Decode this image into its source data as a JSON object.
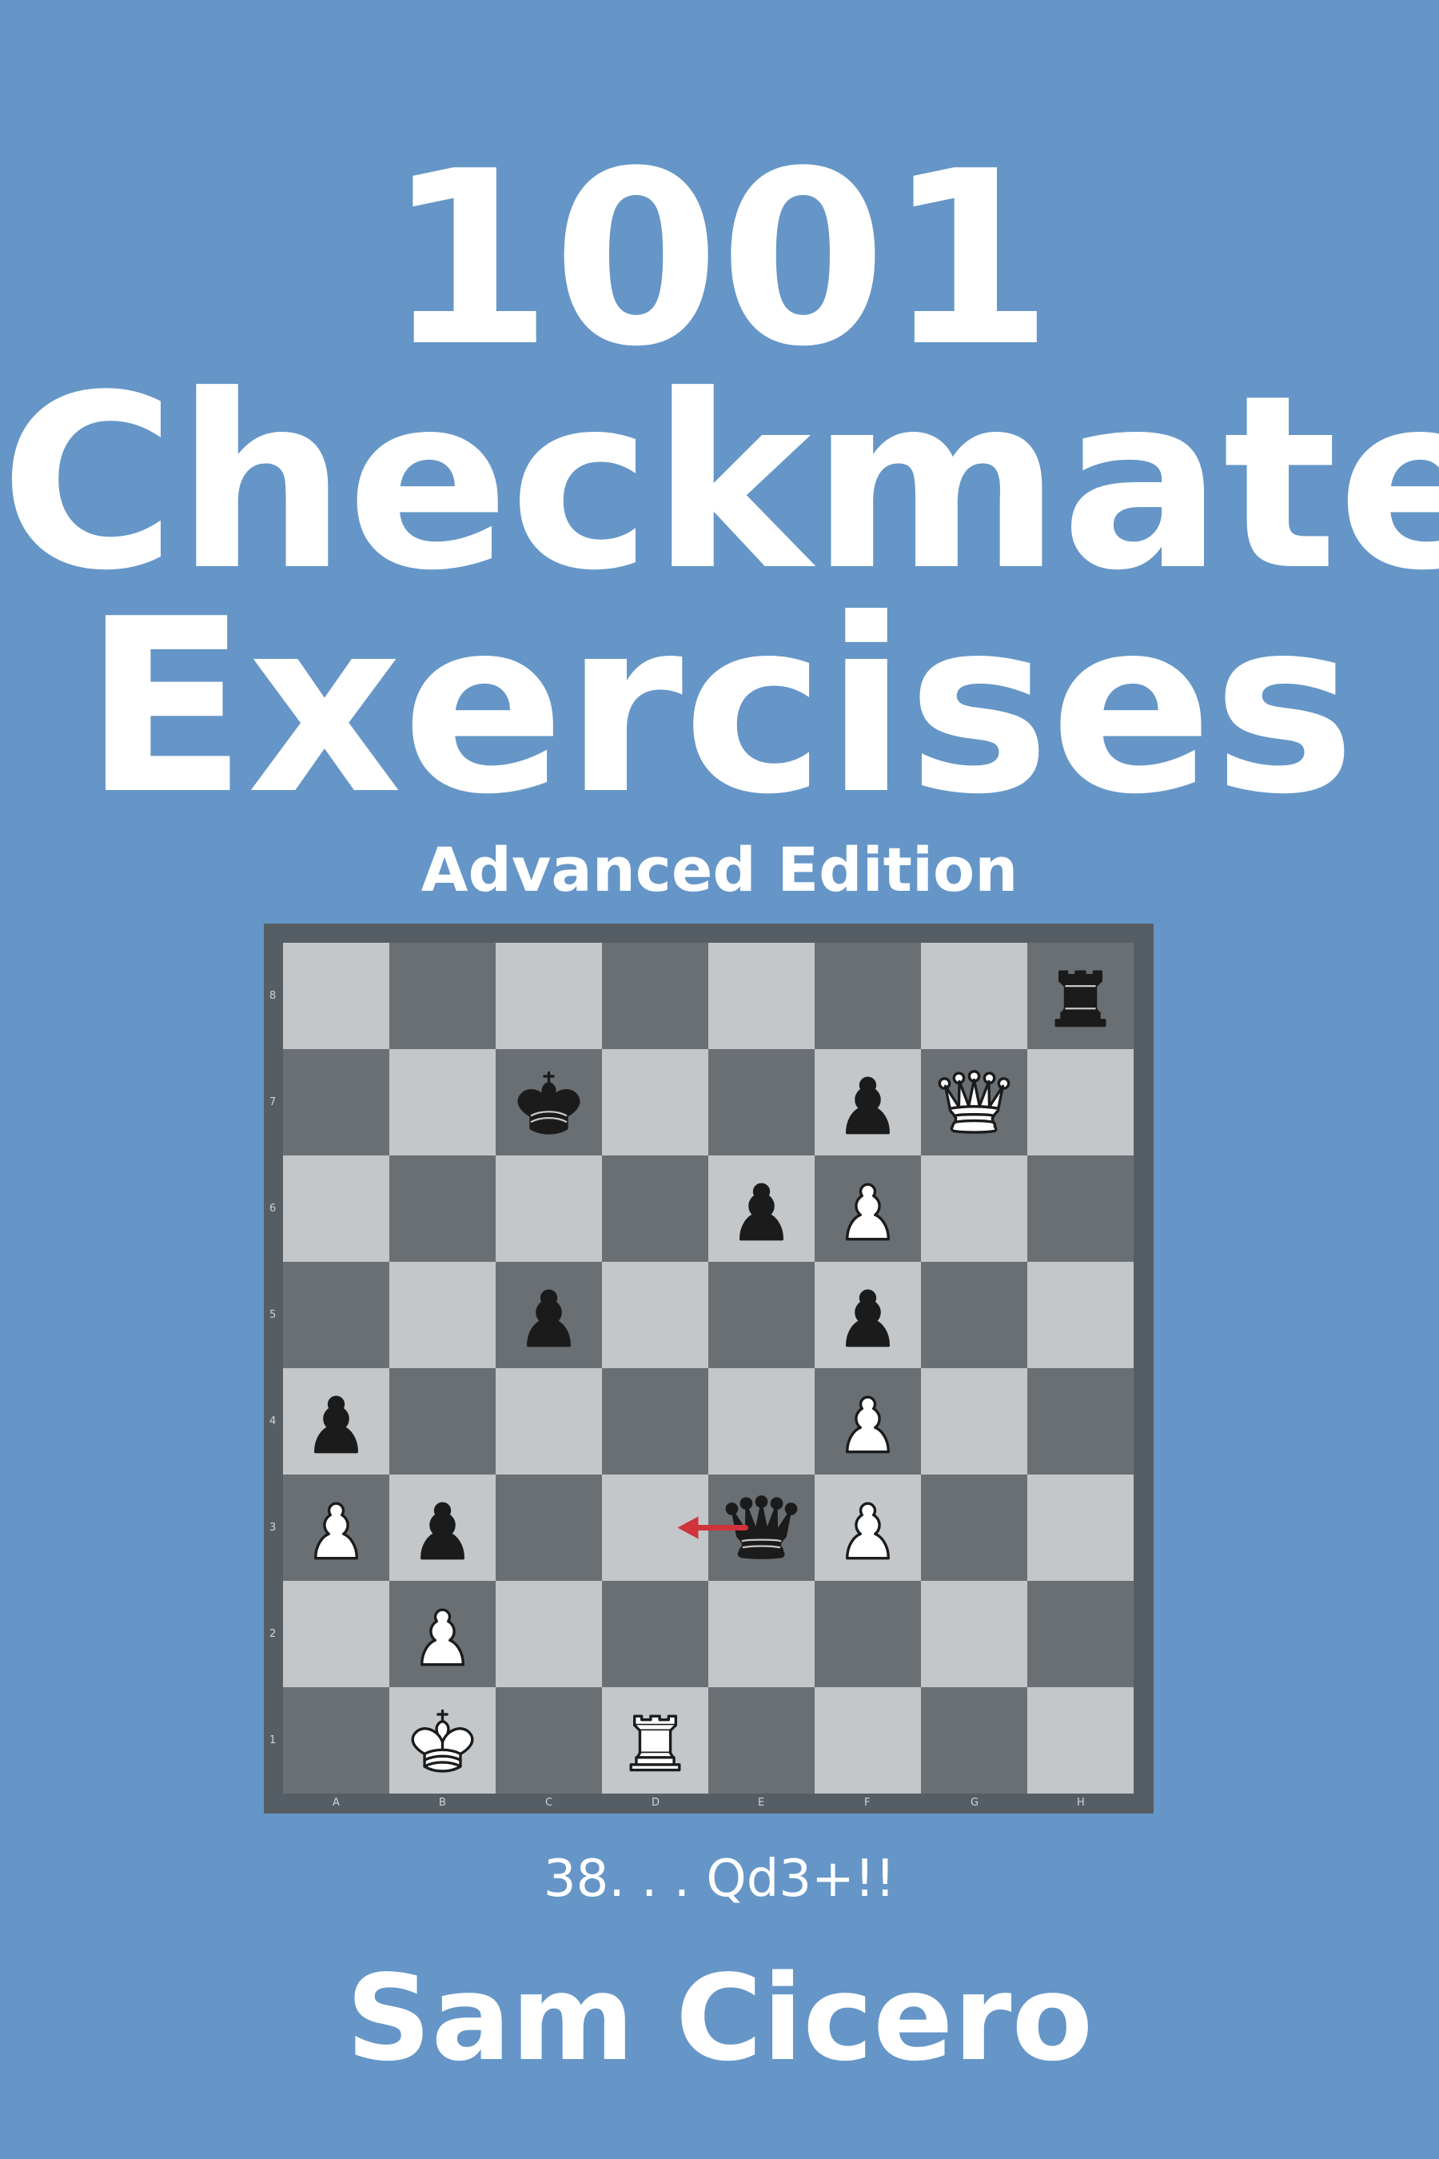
{
  "cover": {
    "title_lines": [
      "1001",
      "Checkmate",
      "Exercises"
    ],
    "subtitle": "Advanced Edition",
    "caption": "38. . . Qd3+!!",
    "author": "Sam Cicero"
  },
  "colors": {
    "background": "#6596c7",
    "text": "#ffffff",
    "board_frame": "#565e65",
    "light_square": "#c4c7ca",
    "dark_square": "#6a6f74",
    "arrow": "#d0333a"
  },
  "board": {
    "rank_labels": [
      "8",
      "7",
      "6",
      "5",
      "4",
      "3",
      "2",
      "1"
    ],
    "file_labels": [
      "A",
      "B",
      "C",
      "D",
      "E",
      "F",
      "G",
      "H"
    ],
    "pieces": [
      {
        "square": "h8",
        "color": "black",
        "type": "rook"
      },
      {
        "square": "c7",
        "color": "black",
        "type": "king"
      },
      {
        "square": "f7",
        "color": "black",
        "type": "pawn"
      },
      {
        "square": "g7",
        "color": "white",
        "type": "queen"
      },
      {
        "square": "e6",
        "color": "black",
        "type": "pawn"
      },
      {
        "square": "f6",
        "color": "white",
        "type": "pawn"
      },
      {
        "square": "c5",
        "color": "black",
        "type": "pawn"
      },
      {
        "square": "f5",
        "color": "black",
        "type": "pawn"
      },
      {
        "square": "a4",
        "color": "black",
        "type": "pawn"
      },
      {
        "square": "f4",
        "color": "white",
        "type": "pawn"
      },
      {
        "square": "a3",
        "color": "white",
        "type": "pawn"
      },
      {
        "square": "b3",
        "color": "black",
        "type": "pawn"
      },
      {
        "square": "e3",
        "color": "black",
        "type": "queen"
      },
      {
        "square": "f3",
        "color": "white",
        "type": "pawn"
      },
      {
        "square": "b2",
        "color": "white",
        "type": "pawn"
      },
      {
        "square": "b1",
        "color": "white",
        "type": "king"
      },
      {
        "square": "d1",
        "color": "white",
        "type": "rook"
      }
    ],
    "move_arrow": {
      "from": "e3",
      "to": "d3"
    }
  }
}
